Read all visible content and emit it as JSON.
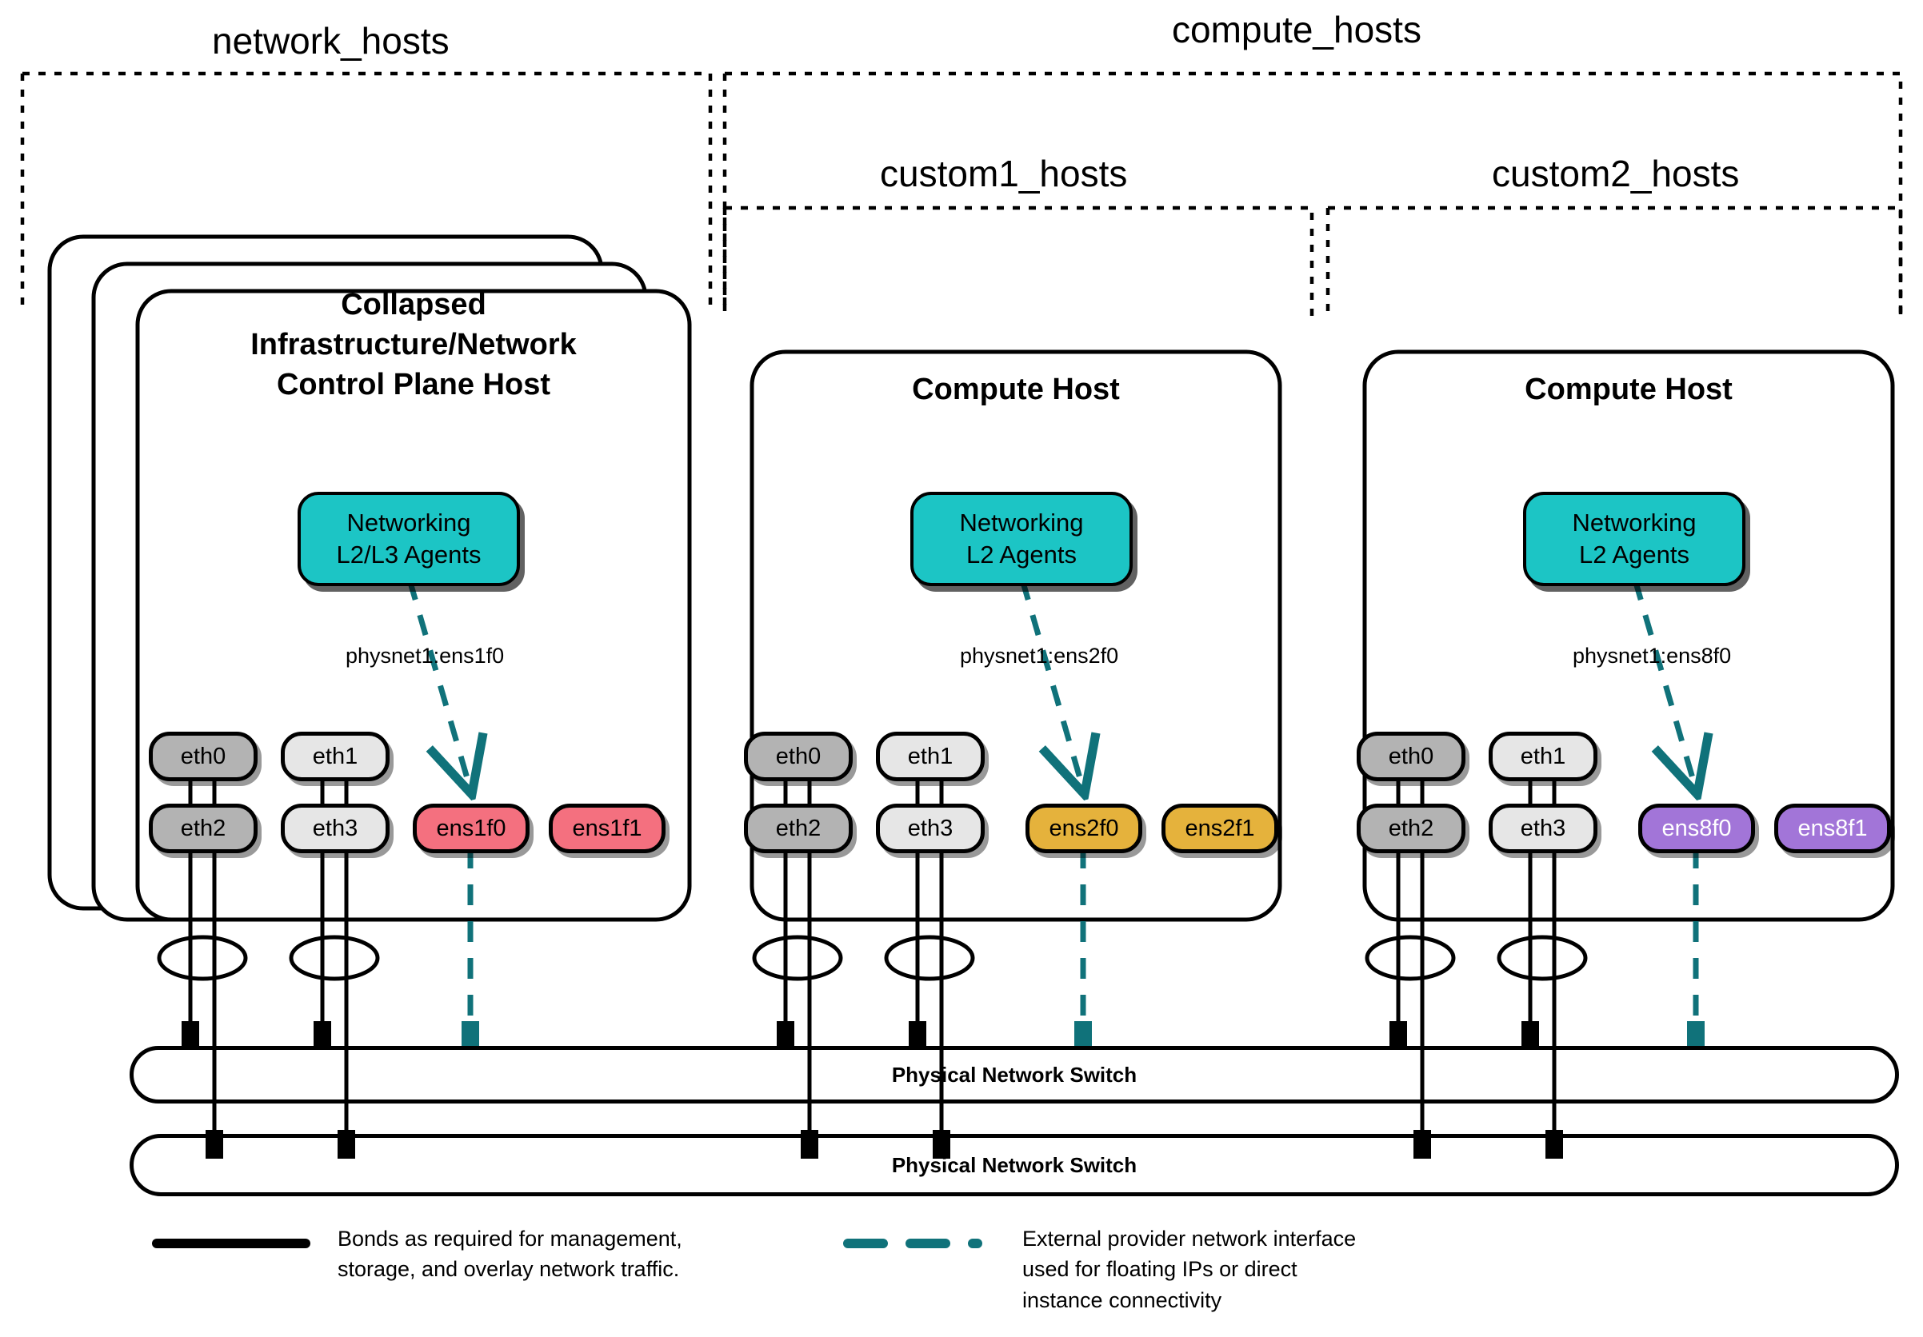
{
  "diagram": {
    "title_groups": [
      {
        "name": "network_hosts",
        "label": "network_hosts"
      },
      {
        "name": "compute_hosts",
        "label": "compute_hosts"
      },
      {
        "name": "custom1_hosts",
        "label": "custom1_hosts"
      },
      {
        "name": "custom2_hosts",
        "label": "custom2_hosts"
      }
    ],
    "hosts": [
      {
        "id": "network-host",
        "title": "Collapsed\nInfrastructure/Network\nControl Plane Host",
        "title_lines": [
          "Collapsed",
          "Infrastructure/Network",
          "Control Plane Host"
        ],
        "stacked": true,
        "agent_label": "Networking\nL2/L3 Agents",
        "agent_line1": "Networking",
        "agent_line2": "L2/L3 Agents",
        "physnet_label": "physnet1:ens1f0",
        "nics_top": [
          "eth0",
          "eth1"
        ],
        "nics_bottom": [
          "eth2",
          "eth3",
          "ens1f0",
          "ens1f1"
        ],
        "provider_color": "#F4707F",
        "provider_nics": [
          "ens1f0",
          "ens1f1"
        ]
      },
      {
        "id": "compute-host-1",
        "title": "Compute Host",
        "title_lines": [
          "Compute Host"
        ],
        "stacked": false,
        "agent_label": "Networking\nL2 Agents",
        "agent_line1": "Networking",
        "agent_line2": "L2 Agents",
        "physnet_label": "physnet1:ens2f0",
        "nics_top": [
          "eth0",
          "eth1"
        ],
        "nics_bottom": [
          "eth2",
          "eth3",
          "ens2f0",
          "ens2f1"
        ],
        "provider_color": "#E5B23C",
        "provider_nics": [
          "ens2f0",
          "ens2f1"
        ]
      },
      {
        "id": "compute-host-2",
        "title": "Compute Host",
        "title_lines": [
          "Compute Host"
        ],
        "stacked": false,
        "agent_label": "Networking\nL2 Agents",
        "agent_line1": "Networking",
        "agent_line2": "L2 Agents",
        "physnet_label": "physnet1:ens8f0",
        "nics_top": [
          "eth0",
          "eth1"
        ],
        "nics_bottom": [
          "eth2",
          "eth3",
          "ens8f0",
          "ens8f1"
        ],
        "provider_color": "#A275D8",
        "provider_nics": [
          "ens8f0",
          "ens8f1"
        ]
      }
    ],
    "switches": [
      {
        "id": "switch-top",
        "label": "Physical Network Switch"
      },
      {
        "id": "switch-bottom",
        "label": "Physical Network Switch"
      }
    ],
    "legend": [
      {
        "id": "legend-bonds",
        "style": "solid",
        "color": "#000000",
        "text": "Bonds as required for management,\nstorage, and overlay network traffic."
      },
      {
        "id": "legend-provider",
        "style": "dashed",
        "color": "#10727A",
        "text": "External provider network interface\nused for floating IPs or direct\ninstance connectivity"
      }
    ],
    "colors": {
      "agent_teal": "#1CC5C5",
      "dash_teal": "#10727A",
      "nic_dark_gray": "#B3B3B3",
      "nic_light_gray": "#E6E6E6",
      "provider_pink": "#F4707F",
      "provider_gold": "#E5B23C",
      "provider_purple": "#A275D8",
      "stroke": "#000000"
    }
  }
}
